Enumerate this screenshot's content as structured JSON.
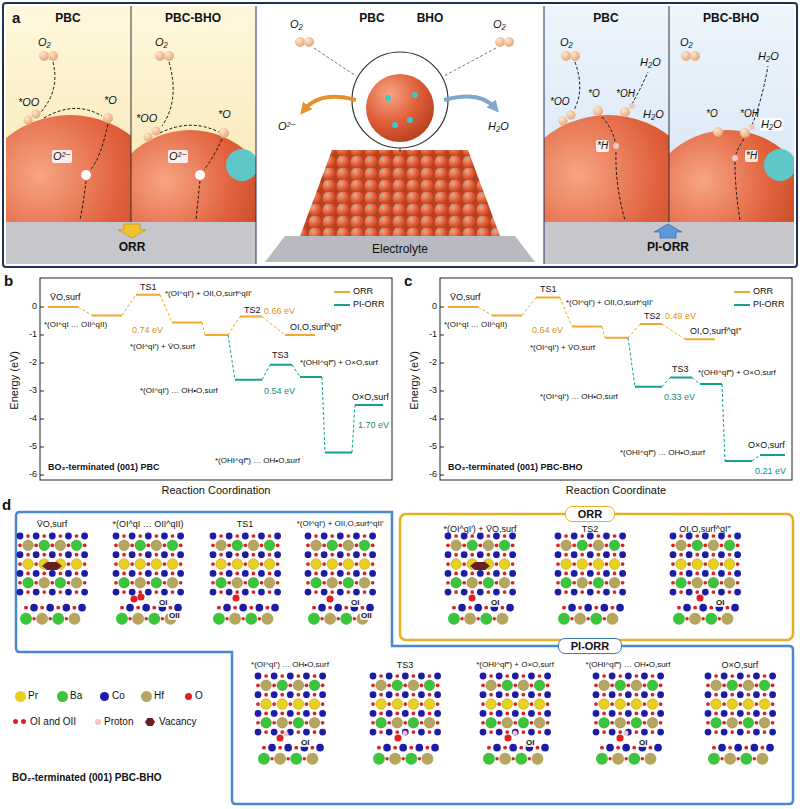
{
  "diagram": {
    "nodes": [
      {
        "text": [
          "ORR"
        ]
      },
      {
        "text": [
          "PI-ORR"
        ]
      }
    ],
    "labels": [
      "a",
      "PBC",
      "PBC-BHO",
      "O₂",
      "O₂",
      "*O",
      "*O",
      "*OO",
      "*OO",
      "O²⁻",
      "O²⁻",
      "ORR",
      "O₂",
      "PBC",
      "BHO",
      "O₂",
      "O²⁻",
      "H₂O",
      "Electrolyte",
      "PBC",
      "PBC-BHO",
      "O₂",
      "H₂O",
      "O₂",
      "H₂O",
      "*O",
      "*OH",
      "*OO",
      "*H",
      "H₂O",
      "*O",
      "*OH",
      "*H",
      "H₂O",
      "PI-ORR",
      "b",
      "Energy (eV)",
      "0",
      "-1",
      "-2",
      "-3",
      "-4",
      "-5",
      "-6",
      "Reaction Coordination",
      "V̈O,surf",
      "*(OI^qI … OII^qII)",
      "TS1",
      "0.74 eV",
      "*(OI^qI′) + OII,O,surf^qII′",
      "TS2",
      "0.66 eV",
      "OI,O,surf^qI″",
      "*(OI^qI′) + V̈O,surf",
      "TS3",
      "0.54 eV",
      "*(OHI^qI‴) + O×O,surf",
      "O×O,surf",
      "1.70 eV",
      "*(OHI^qI‴) … OH•O,surf",
      "*(OI^qI′) … OH•O,surf",
      "BO₂-terminated (001) PBC",
      "c",
      "Energy (eV)",
      "0",
      "-1",
      "-2",
      "-3",
      "-4",
      "-5",
      "-6",
      "Reaction Coordinate",
      "V̈O,surf",
      "*(OI^qI … OII^qII)",
      "TS1",
      "0.64 eV",
      "*(OI^qI′) + OII,O,surf^qII′",
      "TS2",
      "0.49 eV",
      "OI,O,surf^qI″",
      "*(OI^qI′) + V̈O,surf",
      "TS3",
      "0.33 eV",
      "*(OHI^qI‴) + O×O,surf",
      "O×O,surf",
      "0.21 eV",
      "*(OHI^qI‴) … OH•O,surf",
      "*(OI^qI′) … OH•O,surf",
      "BO₂-terminated (001) PBC-BHO",
      "d",
      "V̈O,surf",
      "*(OI^qI … OII^qII)",
      "TS1",
      "*(OI^qI′) + OII,O,surf^qII′",
      "*(OI^qI′) + V̈O,surf",
      "TS2",
      "OI,O,surf^qI″",
      "*(OI^qI′) … OH•O,surf",
      "TS3",
      "*(OHI^qI‴) + O×O,surf",
      "*(OHI^qI‴) … OH•O,surf",
      "O×O,surf",
      "OI",
      "OII",
      "OI",
      "OII",
      "OI",
      "OI",
      "OI",
      "OI",
      "OI",
      "BO₂-terminated (001) PBC-BHO"
    ],
    "legend": [
      {
        "text": "ORR"
      },
      {
        "text": "PI-ORR"
      },
      {
        "text": "ORR"
      },
      {
        "text": "PI-ORR"
      },
      {
        "text": "Pr",
        "color": "#e8d020"
      },
      {
        "text": "Ba",
        "color": "#3cc43c"
      },
      {
        "text": "Co",
        "color": "#1c1ca6"
      },
      {
        "text": "Hf",
        "color": "#b5a55e"
      },
      {
        "text": "O",
        "color": "#e02020"
      },
      {
        "text": "OI and OII",
        "color": "#e02020"
      },
      {
        "text": "Proton",
        "color": "#f2c4c4"
      },
      {
        "text": "Vacancy",
        "color": "#6a2020"
      }
    ]
  }
}
